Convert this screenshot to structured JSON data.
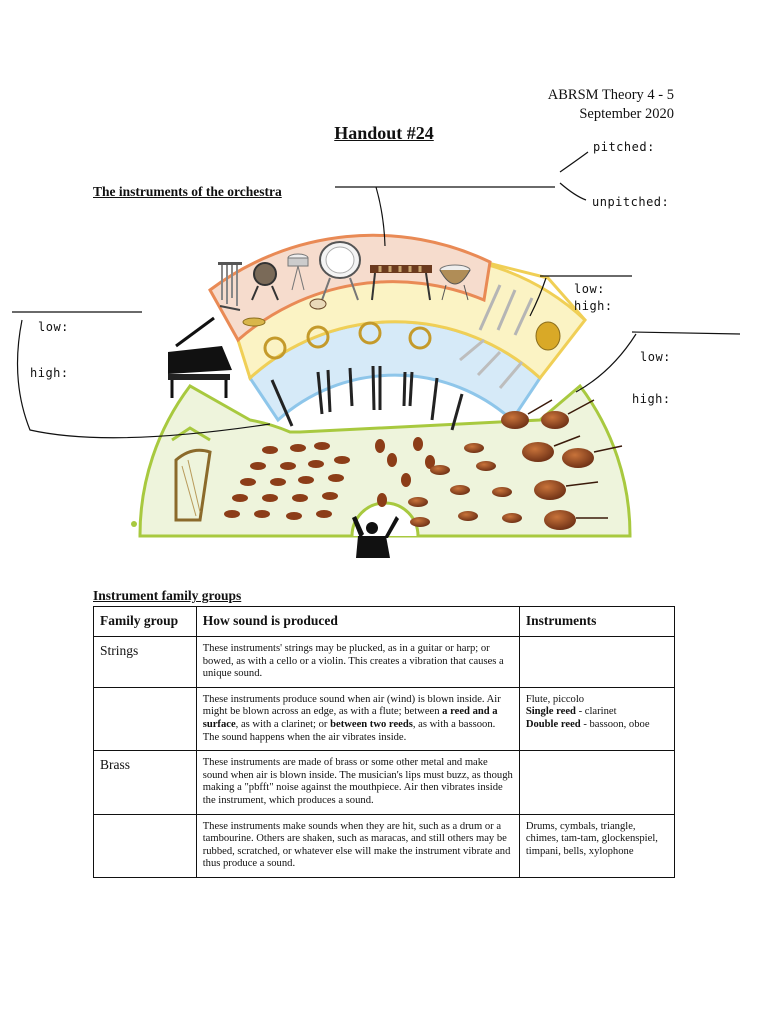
{
  "header": {
    "course": "ABRSM Theory 4 - 5",
    "date": "September 2020"
  },
  "title": "Handout #24",
  "subtitle": "The instruments of the orchestra",
  "annotations": {
    "pitched": "pitched:",
    "unpitched": "unpitched:",
    "brass_low": "low:",
    "brass_high": "high:",
    "left_low": "low:",
    "left_high": "high:",
    "strings_low": "low:",
    "strings_high": "high:"
  },
  "colors": {
    "percussion": "#f6dccd",
    "percussion_border": "#e98a55",
    "brass": "#fbf3c4",
    "brass_border": "#f0cf56",
    "woodwind": "#d6eaf8",
    "woodwind_border": "#8ec6ea",
    "strings": "#eef4dc",
    "strings_border": "#a8c93f"
  },
  "table": {
    "caption": "Instrument family groups",
    "headers": [
      "Family group",
      "How sound is produced",
      "Instruments"
    ],
    "rows": [
      {
        "family": "Strings",
        "how": "These instruments' strings may be plucked, as in a guitar or harp; or bowed, as with a cello or a violin. This creates a vibration that causes a unique sound.",
        "instruments": []
      },
      {
        "family": "",
        "how_parts": [
          "These instruments produce sound when air (wind) is blown inside. Air might be blown across an edge, as with a flute; between ",
          "a reed and a surface",
          ", as with a clarinet; or ",
          "between two reeds",
          ", as with a bassoon. The sound happens when the air vibrates inside."
        ],
        "instruments": [
          {
            "bold": "",
            "text": "Flute, piccolo"
          },
          {
            "bold": "Single reed",
            "text": " - clarinet"
          },
          {
            "bold": "Double reed",
            "text": " - bassoon, oboe"
          }
        ]
      },
      {
        "family": "Brass",
        "how": "These instruments are made of brass or some other metal and make sound when air is blown inside. The musician's lips must buzz, as though making a \"pbfft\" noise against the mouthpiece. Air then vibrates inside the instrument, which produces a sound.",
        "instruments": []
      },
      {
        "family": "",
        "how": "These instruments make sounds when they are hit, such as a drum or a tambourine. Others are shaken, such as maracas, and still others may be rubbed, scratched, or whatever else will make the instrument vibrate and thus produce a sound.",
        "instruments": [
          {
            "bold": "",
            "text": "Drums, cymbals, triangle, chimes, tam-tam, glockenspiel, timpani, bells, xylophone"
          }
        ]
      }
    ]
  }
}
